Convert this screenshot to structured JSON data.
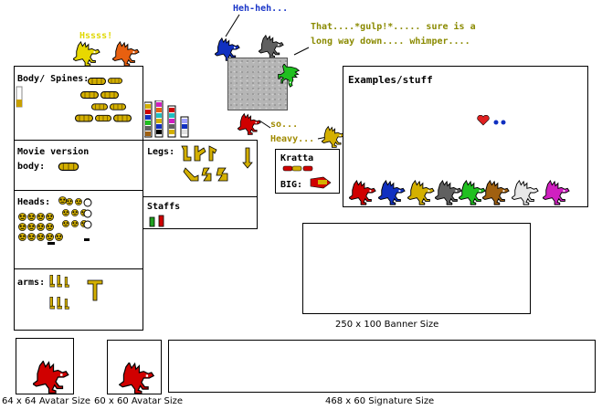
{
  "speech": {
    "hissss": "Hssss!",
    "heh": "Heh-heh...",
    "that_line1": "That....*gulp!*..... sure is a",
    "that_line2": "long way down.... whimper....",
    "so_line1": "so...",
    "so_line2": "Heavy..."
  },
  "panels": {
    "body_spines": "Body/ Spines:",
    "movie_line1": "Movie version",
    "movie_line2": "body:",
    "legs": "Legs:",
    "heads": "Heads:",
    "staffs": "Staffs",
    "arms": "arms:",
    "kratta": "Kratta",
    "big": "BIG:",
    "examples": "Examples/stuff"
  },
  "sizes": {
    "banner": "250 x 100 Banner Size",
    "avatar64": "64 x 64 Avatar Size",
    "avatar60": "60 x 60 Avatar Size",
    "signature": "468 x 60 Signature Size"
  },
  "colors": {
    "speech_yellow": "#e0d800",
    "speech_blue": "#1a36c8",
    "speech_olive": "#8a8a00",
    "speech_olive2": "#a08a00",
    "sprite_gold": "#d4b000",
    "sprite_red": "#d00000",
    "sprite_blue": "#1030c0",
    "sprite_gray": "#606060",
    "sprite_green": "#20c020",
    "sprite_brown": "#a06010",
    "sprite_white": "#e0e0e0",
    "sprite_magenta": "#d020c0",
    "sprite_orange": "#e86010"
  },
  "icons": [
    "dinosaur-sprite",
    "heart-icon",
    "stone-block",
    "color-swatch-strip"
  ]
}
